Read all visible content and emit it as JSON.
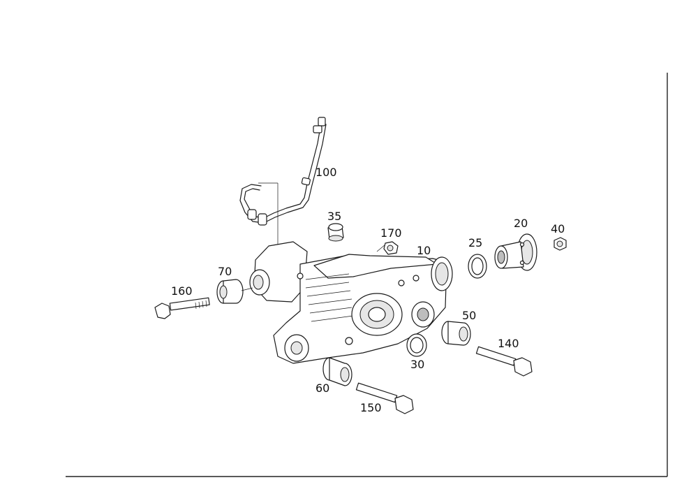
{
  "callouts": {
    "c10": "10",
    "c20": "20",
    "c25": "25",
    "c30": "30",
    "c35": "35",
    "c40": "40",
    "c50": "50",
    "c60": "60",
    "c70": "70",
    "c100": "100",
    "c140": "140",
    "c150": "150",
    "c160": "160",
    "c170": "170"
  }
}
